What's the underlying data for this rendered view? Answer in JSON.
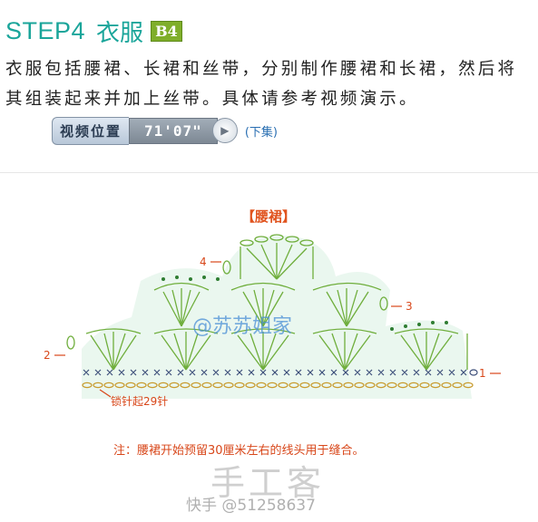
{
  "header": {
    "step": "STEP4",
    "title": "衣服",
    "badge": "B4"
  },
  "intro_text": "衣服包括腰裙、长裙和丝带，分别制作腰裙和长裙，然后将其组装起来并加上丝带。具体请参考视频演示。",
  "video": {
    "label": "视频位置",
    "time": "71'07\"",
    "episode": "(下集)"
  },
  "diagram": {
    "title": "【腰裙】",
    "markers": [
      "1",
      "2",
      "3",
      "4"
    ],
    "chain_label": "锁针起29针"
  },
  "note": "注：腰裙开始预留30厘米左右的线头用于缝合。",
  "watermarks": {
    "hand": "手工客",
    "mid": "@苏苏姐家",
    "bottom": "快手 @51258637"
  },
  "colors": {
    "accent": "#1aa59a",
    "stitch": "#6fae3c",
    "label": "#d8471a",
    "fill": "#eaf7ef"
  }
}
